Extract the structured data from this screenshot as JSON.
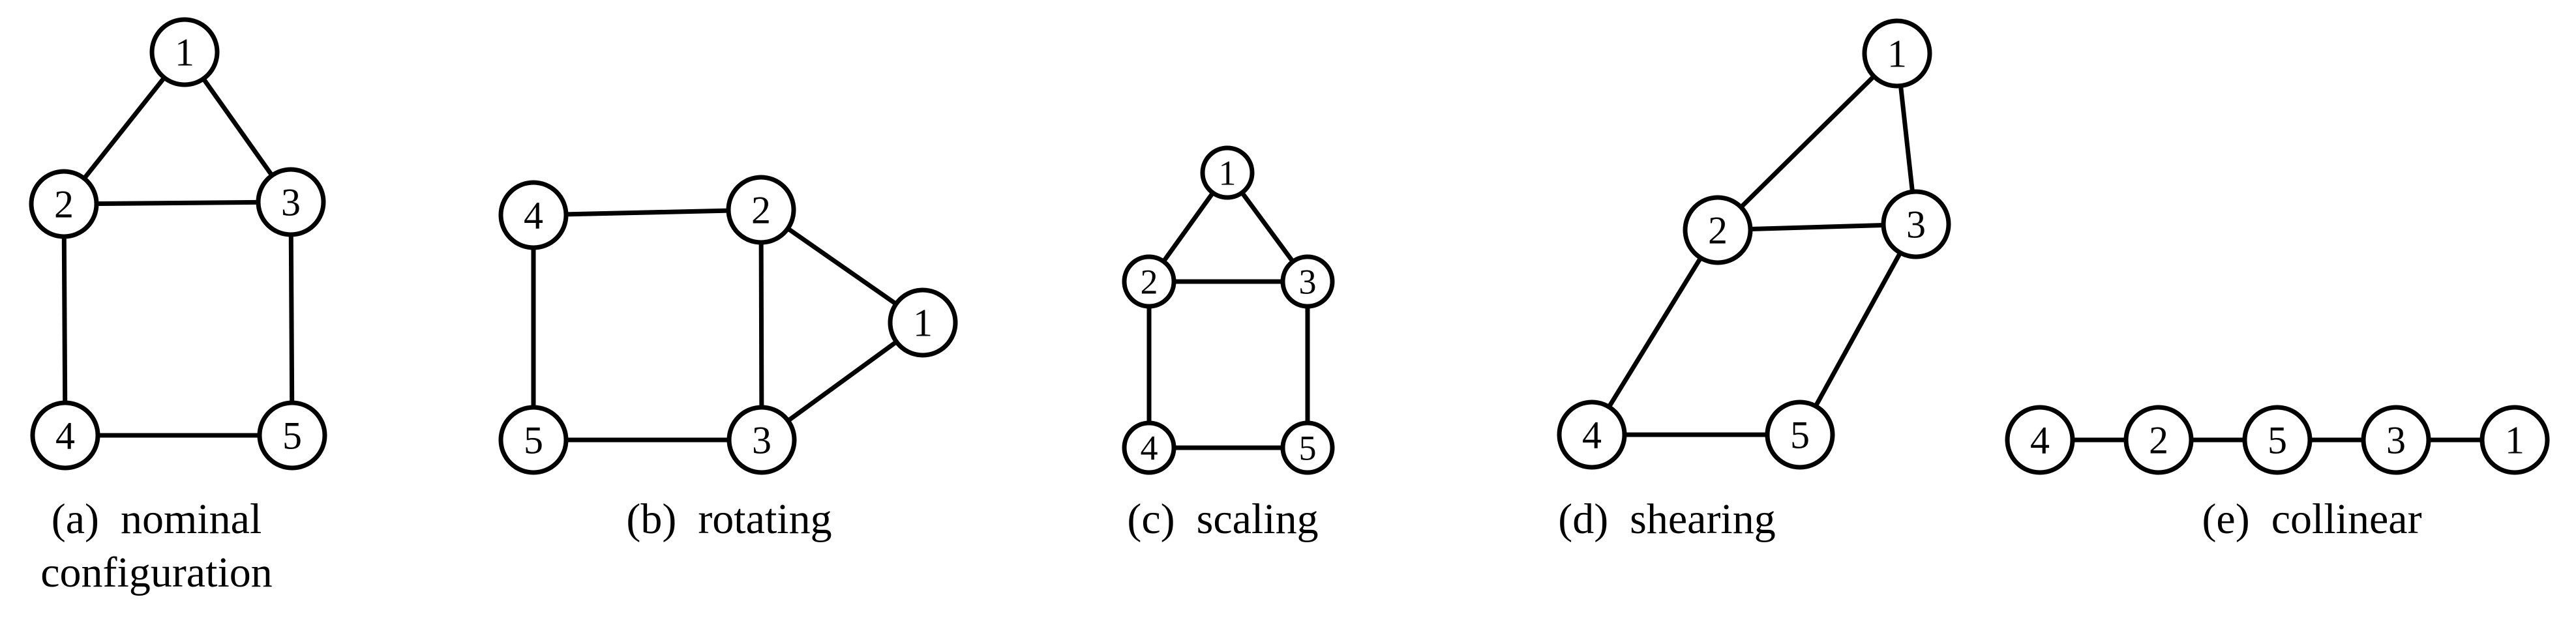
{
  "panels": [
    {
      "id": "a",
      "caption_lines": [
        "(a)  nominal",
        "configuration"
      ],
      "nodes": [
        "1",
        "2",
        "3",
        "4",
        "5"
      ],
      "edges": [
        [
          "1",
          "2"
        ],
        [
          "1",
          "3"
        ],
        [
          "2",
          "3"
        ],
        [
          "2",
          "4"
        ],
        [
          "3",
          "5"
        ],
        [
          "4",
          "5"
        ]
      ]
    },
    {
      "id": "b",
      "caption_lines": [
        "(b)  rotating"
      ],
      "nodes": [
        "1",
        "2",
        "3",
        "4",
        "5"
      ],
      "edges": [
        [
          "4",
          "2"
        ],
        [
          "2",
          "1"
        ],
        [
          "1",
          "3"
        ],
        [
          "2",
          "3"
        ],
        [
          "4",
          "5"
        ],
        [
          "5",
          "3"
        ]
      ]
    },
    {
      "id": "c",
      "caption_lines": [
        "(c)  scaling"
      ],
      "nodes": [
        "1",
        "2",
        "3",
        "4",
        "5"
      ],
      "edges": [
        [
          "1",
          "2"
        ],
        [
          "1",
          "3"
        ],
        [
          "2",
          "3"
        ],
        [
          "2",
          "4"
        ],
        [
          "3",
          "5"
        ],
        [
          "4",
          "5"
        ]
      ]
    },
    {
      "id": "d",
      "caption_lines": [
        "(d)  shearing"
      ],
      "nodes": [
        "1",
        "2",
        "3",
        "4",
        "5"
      ],
      "edges": [
        [
          "1",
          "2"
        ],
        [
          "1",
          "3"
        ],
        [
          "2",
          "3"
        ],
        [
          "2",
          "4"
        ],
        [
          "3",
          "5"
        ],
        [
          "4",
          "5"
        ]
      ]
    },
    {
      "id": "e",
      "caption_lines": [
        "(e)  collinear"
      ],
      "nodes": [
        "4",
        "2",
        "5",
        "3",
        "1"
      ],
      "edges": [
        [
          "4",
          "2"
        ],
        [
          "2",
          "5"
        ],
        [
          "5",
          "3"
        ],
        [
          "3",
          "1"
        ]
      ]
    }
  ]
}
